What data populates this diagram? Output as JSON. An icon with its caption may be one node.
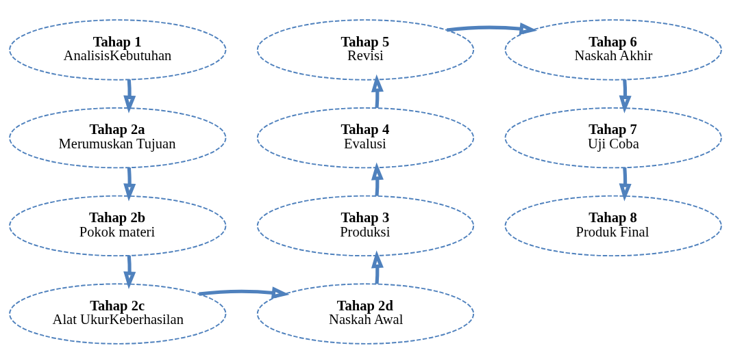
{
  "diagram": {
    "nodes": [
      {
        "text": [
          "Tahap 1",
          "AnalisisKebutuhan"
        ]
      },
      {
        "text": [
          "Tahap 2a",
          "Merumuskan Tujuan"
        ]
      },
      {
        "text": [
          "Tahap 2b",
          "Pokok materi"
        ]
      },
      {
        "text": [
          "Tahap 2c",
          "Alat UkurKeberhasilan"
        ]
      },
      {
        "text": [
          "Tahap 2d",
          "Naskah Awal"
        ]
      },
      {
        "text": [
          "Tahap 3",
          "Produksi"
        ]
      },
      {
        "text": [
          "Tahap 4",
          "Evalusi"
        ]
      },
      {
        "text": [
          "Tahap 5",
          "Revisi"
        ]
      },
      {
        "text": [
          "Tahap 6",
          "Naskah Akhir"
        ]
      },
      {
        "text": [
          "Tahap 7",
          "Uji Coba"
        ]
      },
      {
        "text": [
          "Tahap 8",
          "Produk Final"
        ]
      }
    ],
    "edges": [
      {
        "from": 0,
        "to": 1,
        "arrow": "to"
      },
      {
        "from": 1,
        "to": 2,
        "arrow": "to"
      },
      {
        "from": 2,
        "to": 3,
        "arrow": "to"
      },
      {
        "from": 3,
        "to": 4,
        "arrow": "to"
      },
      {
        "from": 4,
        "to": 5,
        "arrow": "to"
      },
      {
        "from": 5,
        "to": 6,
        "arrow": "to"
      },
      {
        "from": 6,
        "to": 7,
        "arrow": "to"
      },
      {
        "from": 7,
        "to": 8,
        "arrow": "to"
      },
      {
        "from": 8,
        "to": 9,
        "arrow": "to"
      },
      {
        "from": 9,
        "to": 10,
        "arrow": "to"
      }
    ]
  }
}
